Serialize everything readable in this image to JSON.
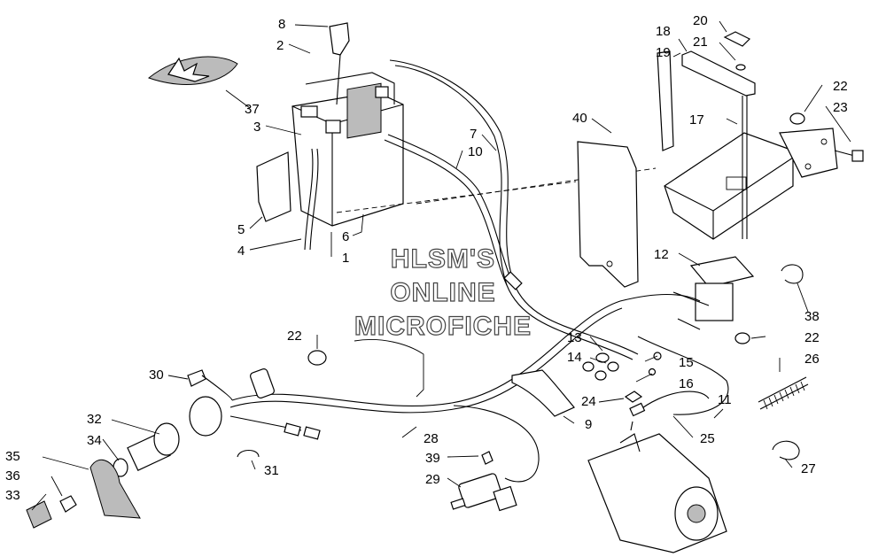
{
  "watermark": {
    "line1": "HLSM'S",
    "line2": "ONLINE",
    "line3": "MICROFICHE"
  },
  "labels": {
    "p1": "1",
    "p2": "2",
    "p3": "3",
    "p4": "4",
    "p5": "5",
    "p6": "6",
    "p7": "7",
    "p8": "8",
    "p9": "9",
    "p10": "10",
    "p11": "11",
    "p12": "12",
    "p13": "13",
    "p14": "14",
    "p15": "15",
    "p16": "16",
    "p17": "17",
    "p18": "18",
    "p19": "19",
    "p20": "20",
    "p21": "21",
    "p22a": "22",
    "p22b": "22",
    "p22c": "22",
    "p23": "23",
    "p24": "24",
    "p25": "25",
    "p26": "26",
    "p27": "27",
    "p28": "28",
    "p29": "29",
    "p30": "30",
    "p31": "31",
    "p32": "32",
    "p33": "33",
    "p34": "34",
    "p35": "35",
    "p36": "36",
    "p37": "37",
    "p38": "38",
    "p39": "39",
    "p40": "40"
  }
}
